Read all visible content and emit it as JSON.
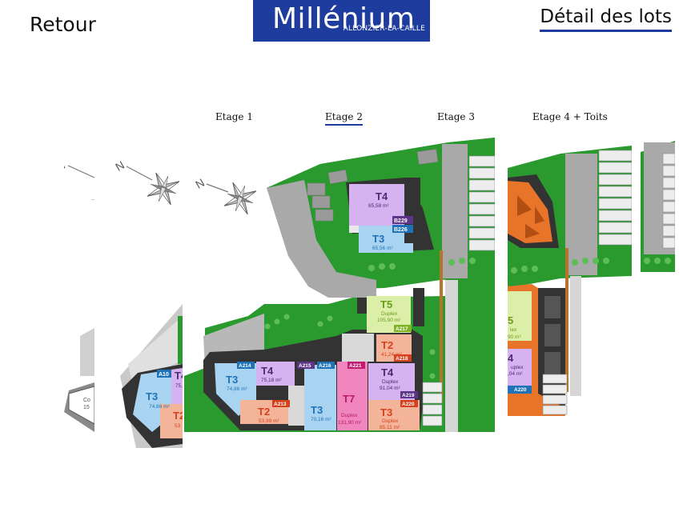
{
  "header": {
    "back_label": "Retour",
    "title": "Détail des lots",
    "logo": {
      "name": "Millénium",
      "subtitle": "ALLONZIER-LA-CAILLE"
    }
  },
  "floor_tabs": [
    {
      "label": "Etage 1",
      "active": false
    },
    {
      "label": "Etage 2",
      "active": true
    },
    {
      "label": "Etage 3",
      "active": false
    },
    {
      "label": "Etage 4 + Toits",
      "active": false
    }
  ],
  "compass_letter": "N",
  "colors": {
    "brand": "#1e3c9e",
    "grass": "#2a9a2f",
    "road": "#a9a9a9",
    "T2": "#f4b49a",
    "T3": "#a8d4f2",
    "T4": "#d7b2f0",
    "T5": "#dcefa8",
    "T7": "#f086bd"
  },
  "units": [
    {
      "type": "T4",
      "area": "85,58 m²",
      "code": "B229",
      "color": "#d7b2f0",
      "text": "#4a2c73",
      "badge": "#5c3589"
    },
    {
      "type": "T3",
      "area": "65,56 m²",
      "code": "B226",
      "color": "#a8d4f2",
      "text": "#1f72b8",
      "badge": "#1f72b8"
    },
    {
      "type": "T5",
      "sub": "Duplex",
      "area": "105,90 m²",
      "code": "A217",
      "color": "#dcefa8",
      "text": "#6c9b1d",
      "badge": "#7fb42a"
    },
    {
      "type": "T2",
      "area": "41,24 m²",
      "code": "A218",
      "color": "#f4b49a",
      "text": "#d6421e",
      "badge": "#d6421e"
    },
    {
      "type": "T4",
      "sub": "Duplex",
      "area": "91,04 m²",
      "code": "A219",
      "color": "#d7b2f0",
      "text": "#4a2c73",
      "badge": "#5c3589"
    },
    {
      "type": "T3",
      "sub": "Duplex",
      "area": "85,11 m²",
      "code": "A220",
      "color": "#f4b49a",
      "text": "#d6421e",
      "badge": "#d6421e"
    },
    {
      "type": "T7",
      "sub": "Duplex",
      "area": "131,90 m²",
      "code": "A221",
      "color": "#f086bd",
      "text": "#b71b6a",
      "badge": "#c21b72"
    },
    {
      "type": "T3",
      "area": "70,16 m²",
      "code": "A216",
      "color": "#a8d4f2",
      "text": "#1f72b8",
      "badge": "#1f72b8"
    },
    {
      "type": "T4",
      "area": "75,18 m²",
      "code": "A215",
      "color": "#d7b2f0",
      "text": "#4a2c73",
      "badge": "#5c3589"
    },
    {
      "type": "T3",
      "area": "74,86 m²",
      "code": "A214",
      "color": "#a8d4f2",
      "text": "#1f72b8",
      "badge": "#1f72b8"
    },
    {
      "type": "T2",
      "area": "53,99 m²",
      "code": "A213",
      "color": "#f4b49a",
      "text": "#d6421e",
      "badge": "#d6421e"
    }
  ],
  "side_units": {
    "left": [
      {
        "type": "T3",
        "area": "74,86 m²",
        "code": "A10",
        "color": "#a8d4f2",
        "text": "#1f72b8"
      },
      {
        "type": "T4",
        "area": "75,1",
        "color": "#d7b2f0",
        "text": "#4a2c73"
      },
      {
        "type": "T2",
        "area": "53",
        "color": "#f4b49a",
        "text": "#d6421e"
      }
    ],
    "far_left": {
      "text1": "Co",
      "text2": "15"
    },
    "right": [
      {
        "type": "5",
        "sub": "lex",
        "area": "90 m²",
        "color": "#dcefa8",
        "text": "#6c9b1d"
      },
      {
        "type": "4",
        "sub": "uplex",
        "area": ",04 m²",
        "code": "A220",
        "color": "#d7b2f0",
        "text": "#4a2c73"
      }
    ]
  }
}
